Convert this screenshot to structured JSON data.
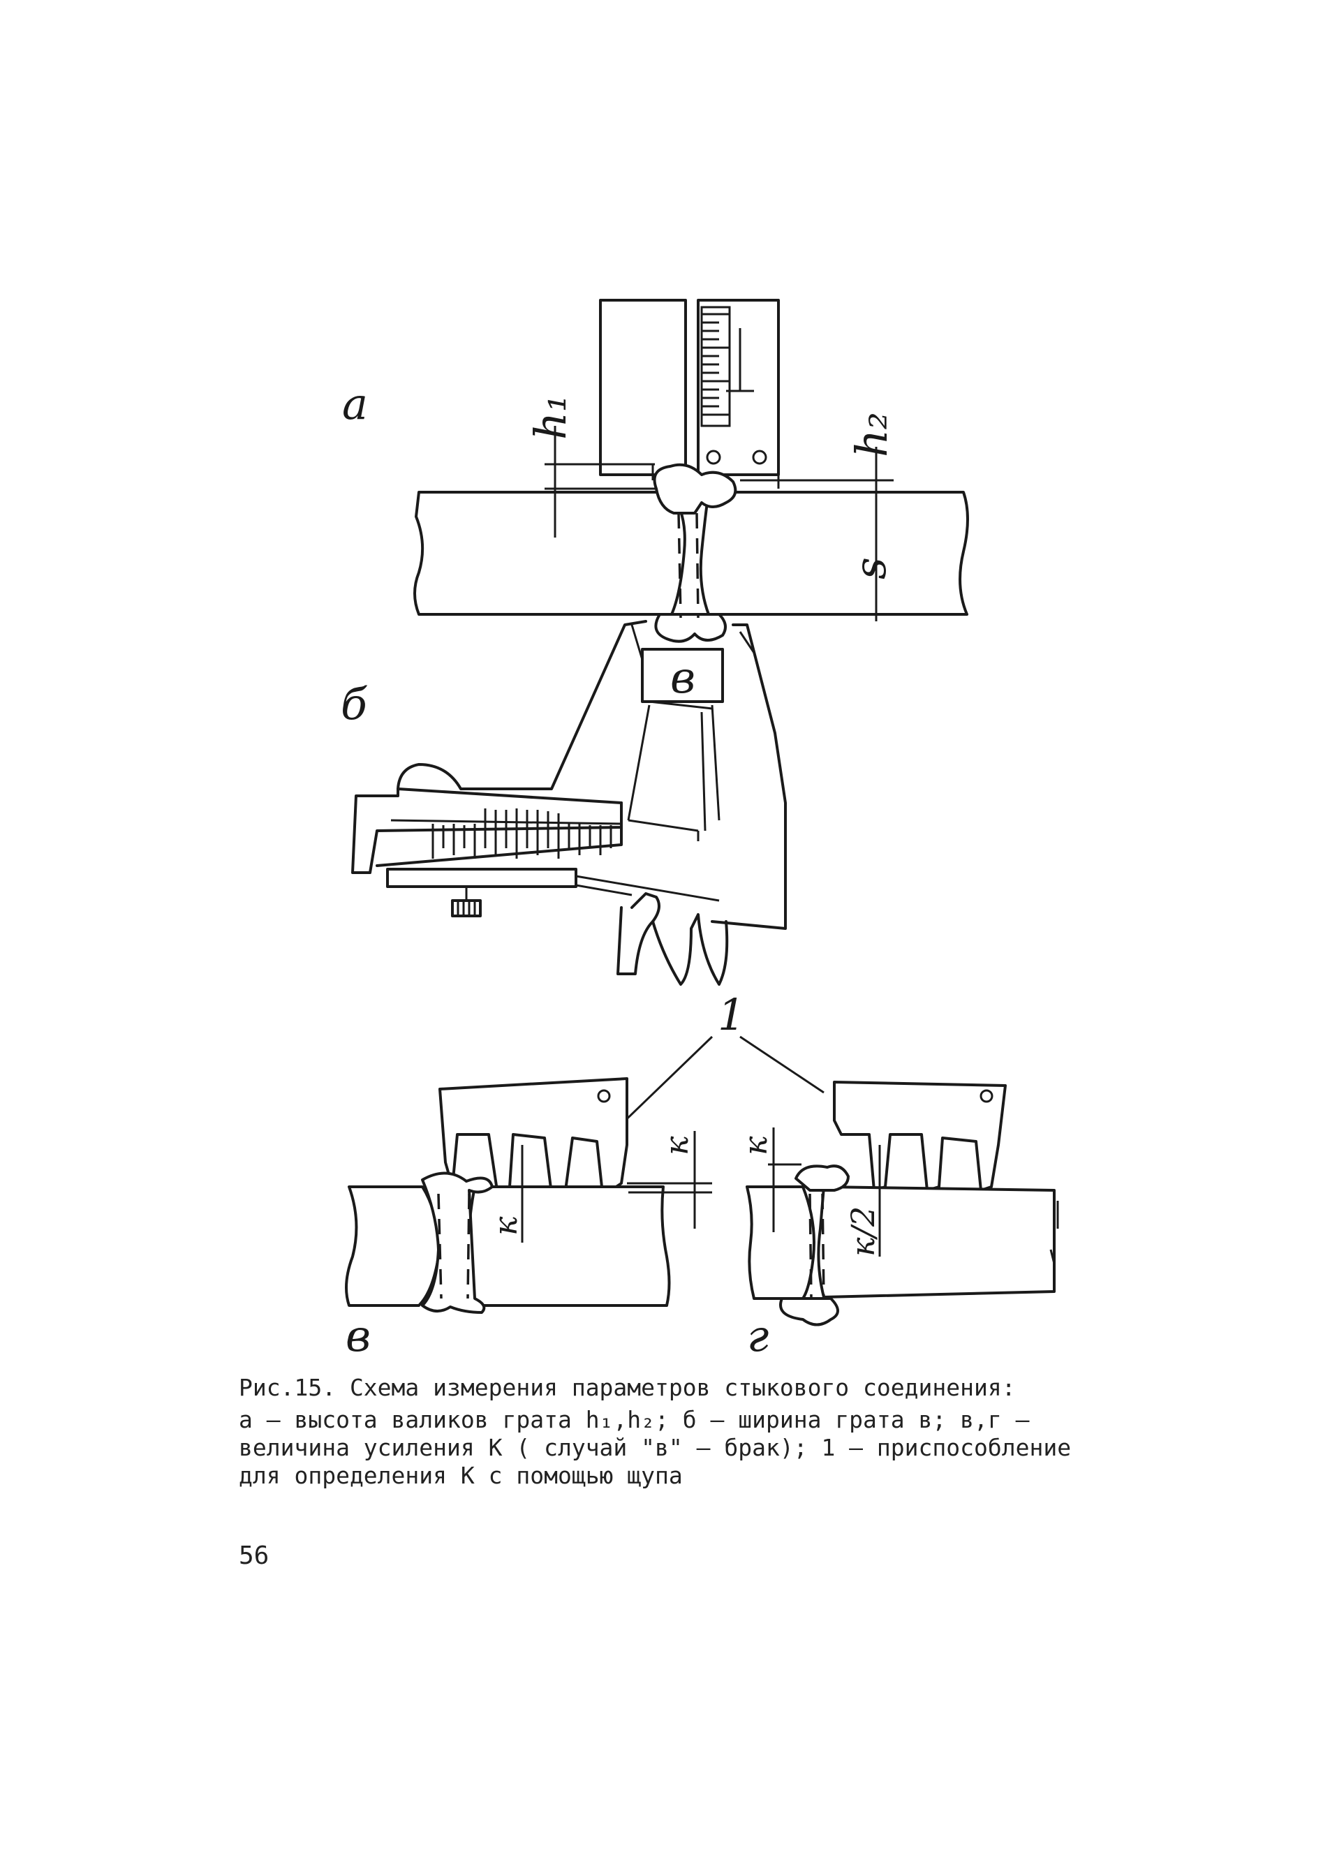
{
  "figure": {
    "panel_labels": {
      "a": "а",
      "b": "б",
      "v": "в",
      "g": "г"
    },
    "dimension_labels": {
      "h1": "h₁",
      "h2": "h₂",
      "s": "s",
      "b": "в",
      "k": "к",
      "k_half": "к/2"
    },
    "callout_number": "1"
  },
  "caption": {
    "title": "Рис.15. Схема измерения параметров стыкового соединения:",
    "body": "а – высота валиков грата h₁,h₂; б – ширина грата в; в,г – величина усиления К ( случай \"в\" – брак); 1 – приспособление для определения К с помощью щупа"
  },
  "page_number": "56"
}
